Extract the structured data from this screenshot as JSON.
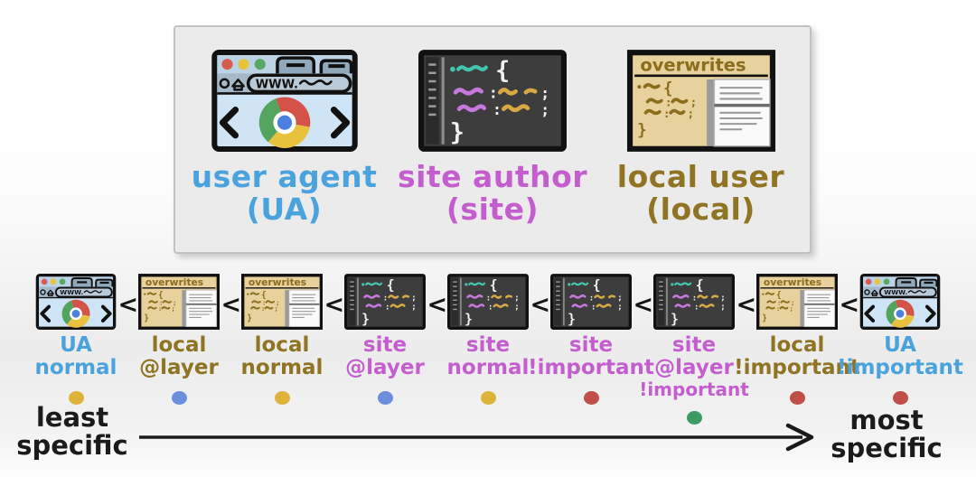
{
  "panel": {
    "origins": [
      {
        "icon": "browser",
        "line1": "user agent",
        "line2": "(UA)",
        "color": "#4aa3dc"
      },
      {
        "icon": "code-editor",
        "line1": "site author",
        "line2": "(site)",
        "color": "#c45ecf"
      },
      {
        "icon": "overwrites-doc",
        "line1": "local user",
        "line2": "(local)",
        "color": "#8f7423"
      }
    ]
  },
  "icons": {
    "overwrites_doc_title": "overwrites",
    "browser_url_text": "WWW."
  },
  "cascade": {
    "separator": "<",
    "steps": [
      {
        "icon": "browser",
        "lines": [
          "UA",
          "normal"
        ],
        "color": "#4aa3dc",
        "dot_color": "#dfb33a"
      },
      {
        "icon": "overwrites-doc",
        "lines": [
          "local",
          "@layer"
        ],
        "color": "#8f7423",
        "dot_color": "#6b8fdd"
      },
      {
        "icon": "overwrites-doc",
        "lines": [
          "local",
          "normal"
        ],
        "color": "#8f7423",
        "dot_color": "#dfb33a"
      },
      {
        "icon": "code-editor",
        "lines": [
          "site",
          "@layer"
        ],
        "color": "#c45ecf",
        "dot_color": "#6b8fdd"
      },
      {
        "icon": "code-editor",
        "lines": [
          "site",
          "normal"
        ],
        "color": "#c45ecf",
        "dot_color": "#dfb33a"
      },
      {
        "icon": "code-editor",
        "lines": [
          "site",
          "!important"
        ],
        "color": "#c45ecf",
        "dot_color": "#bf4f48"
      },
      {
        "icon": "code-editor",
        "lines": [
          "site",
          "@layer",
          "!important"
        ],
        "color": "#c45ecf",
        "dot_color": "#3d9b62"
      },
      {
        "icon": "overwrites-doc",
        "lines": [
          "local",
          "!important"
        ],
        "color": "#8f7423",
        "dot_color": "#bf4f48"
      },
      {
        "icon": "browser",
        "lines": [
          "UA",
          "!important"
        ],
        "color": "#4aa3dc",
        "dot_color": "#bf4f48"
      }
    ]
  },
  "axis": {
    "least_line1": "least",
    "least_line2": "specific",
    "most_line1": "most",
    "most_line2": "specific"
  }
}
